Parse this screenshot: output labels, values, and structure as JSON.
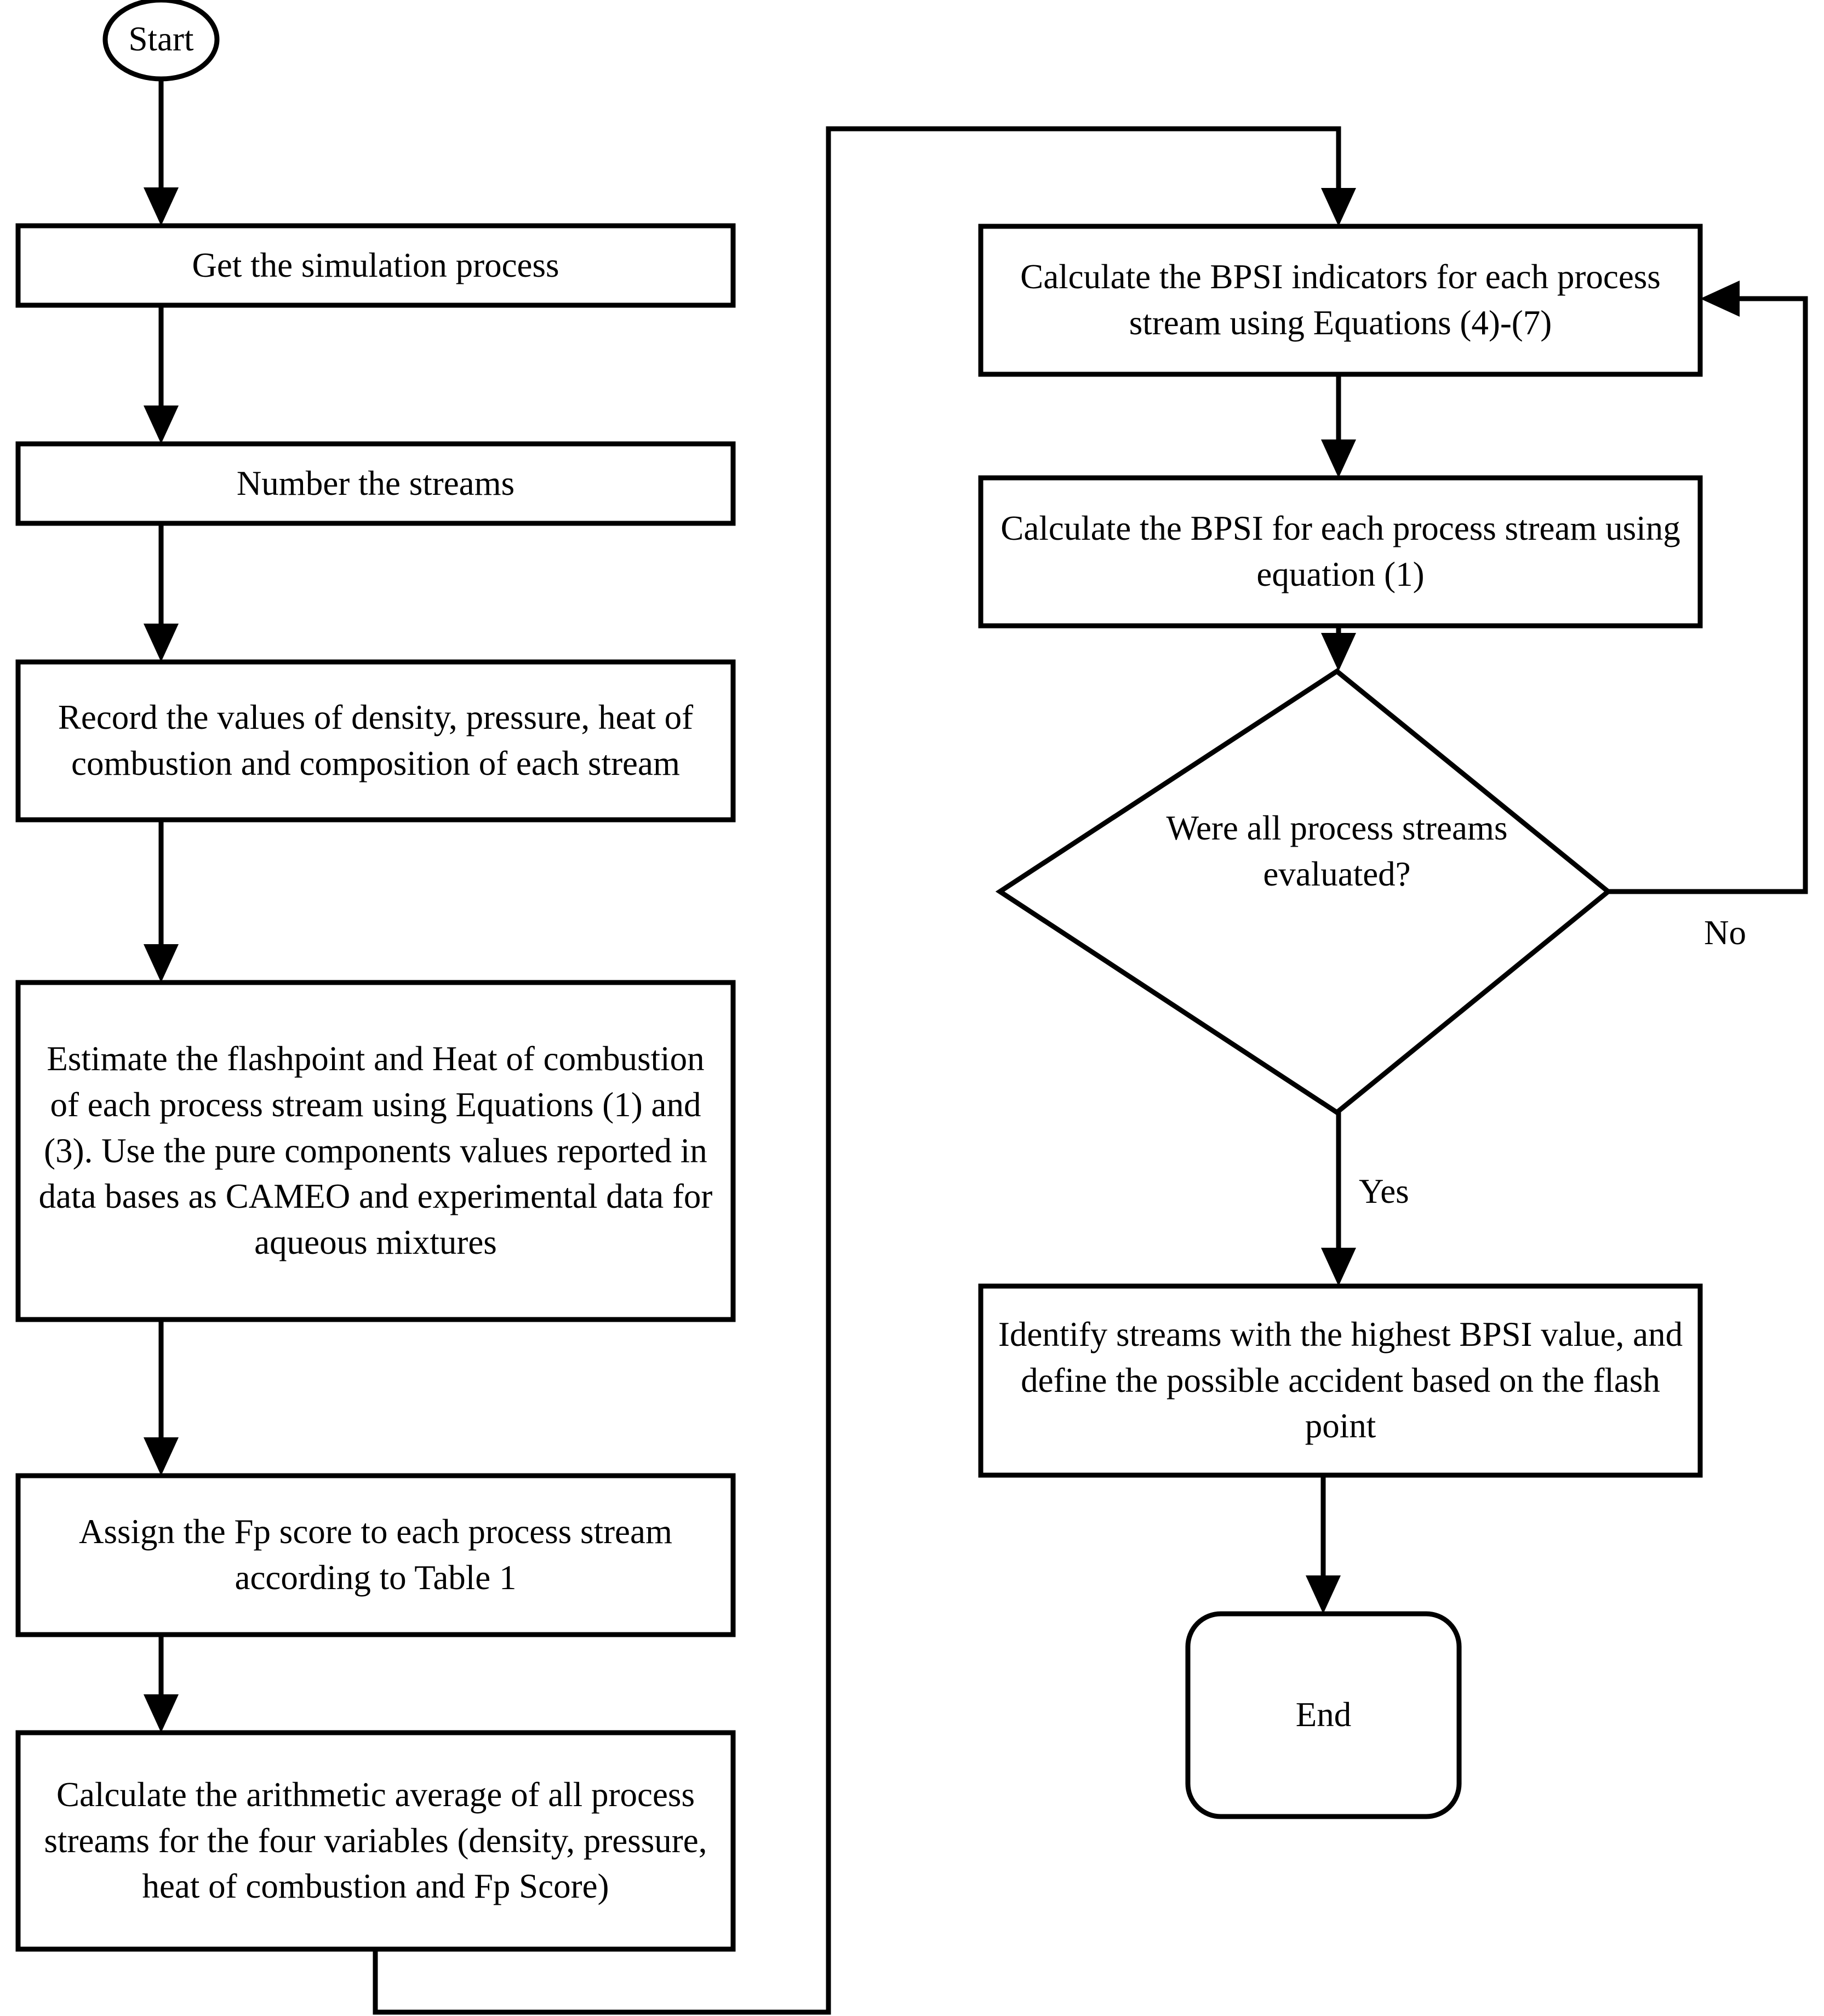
{
  "diagram": {
    "type": "flowchart",
    "orientation": "two-column-top-to-bottom",
    "background_color": "#ffffff",
    "line_color": "#000000",
    "text_color": "#000000"
  },
  "nodes": {
    "start": {
      "label": "Start",
      "shape": "ellipse"
    },
    "get_simulation": {
      "label": "Get the simulation process",
      "shape": "rectangle"
    },
    "number_streams": {
      "label": "Number the streams",
      "shape": "rectangle"
    },
    "record_values": {
      "label": "Record the values of density, pressure, heat of combustion and composition of each stream",
      "shape": "rectangle"
    },
    "estimate_flashpoint": {
      "label": "Estimate the flashpoint and Heat of combustion of each process stream using Equations (1) and (3). Use the pure components values reported in data bases as CAMEO and experimental data for aqueous mixtures",
      "shape": "rectangle"
    },
    "assign_fp": {
      "label": "Assign the Fp score to each process stream according to Table 1",
      "shape": "rectangle"
    },
    "arithmetic_average": {
      "label": "Calculate the arithmetic average of all process streams for the four variables (density, pressure, heat of combustion and Fp Score)",
      "shape": "rectangle"
    },
    "bpsi_indicators": {
      "label": "Calculate the BPSI indicators for each process stream using Equations (4)-(7)",
      "shape": "rectangle"
    },
    "bpsi_each_stream": {
      "label": "Calculate the BPSI for each process stream using equation (1)",
      "shape": "rectangle"
    },
    "decision_all_evaluated": {
      "label": "Were all process streams evaluated?",
      "shape": "diamond"
    },
    "identify_highest": {
      "label": "Identify streams with the highest BPSI value, and define the possible accident based on the flash point",
      "shape": "rectangle"
    },
    "end": {
      "label": "End",
      "shape": "rounded-rectangle"
    }
  },
  "edge_labels": {
    "no": "No",
    "yes": "Yes"
  },
  "edges": [
    {
      "from": "start",
      "to": "get_simulation",
      "label": ""
    },
    {
      "from": "get_simulation",
      "to": "number_streams",
      "label": ""
    },
    {
      "from": "number_streams",
      "to": "record_values",
      "label": ""
    },
    {
      "from": "record_values",
      "to": "estimate_flashpoint",
      "label": ""
    },
    {
      "from": "estimate_flashpoint",
      "to": "assign_fp",
      "label": ""
    },
    {
      "from": "assign_fp",
      "to": "arithmetic_average",
      "label": ""
    },
    {
      "from": "arithmetic_average",
      "to": "bpsi_indicators",
      "label": ""
    },
    {
      "from": "bpsi_indicators",
      "to": "bpsi_each_stream",
      "label": ""
    },
    {
      "from": "bpsi_each_stream",
      "to": "decision_all_evaluated",
      "label": ""
    },
    {
      "from": "decision_all_evaluated",
      "to": "bpsi_indicators",
      "label": "No"
    },
    {
      "from": "decision_all_evaluated",
      "to": "identify_highest",
      "label": "Yes"
    },
    {
      "from": "identify_highest",
      "to": "end",
      "label": ""
    }
  ]
}
